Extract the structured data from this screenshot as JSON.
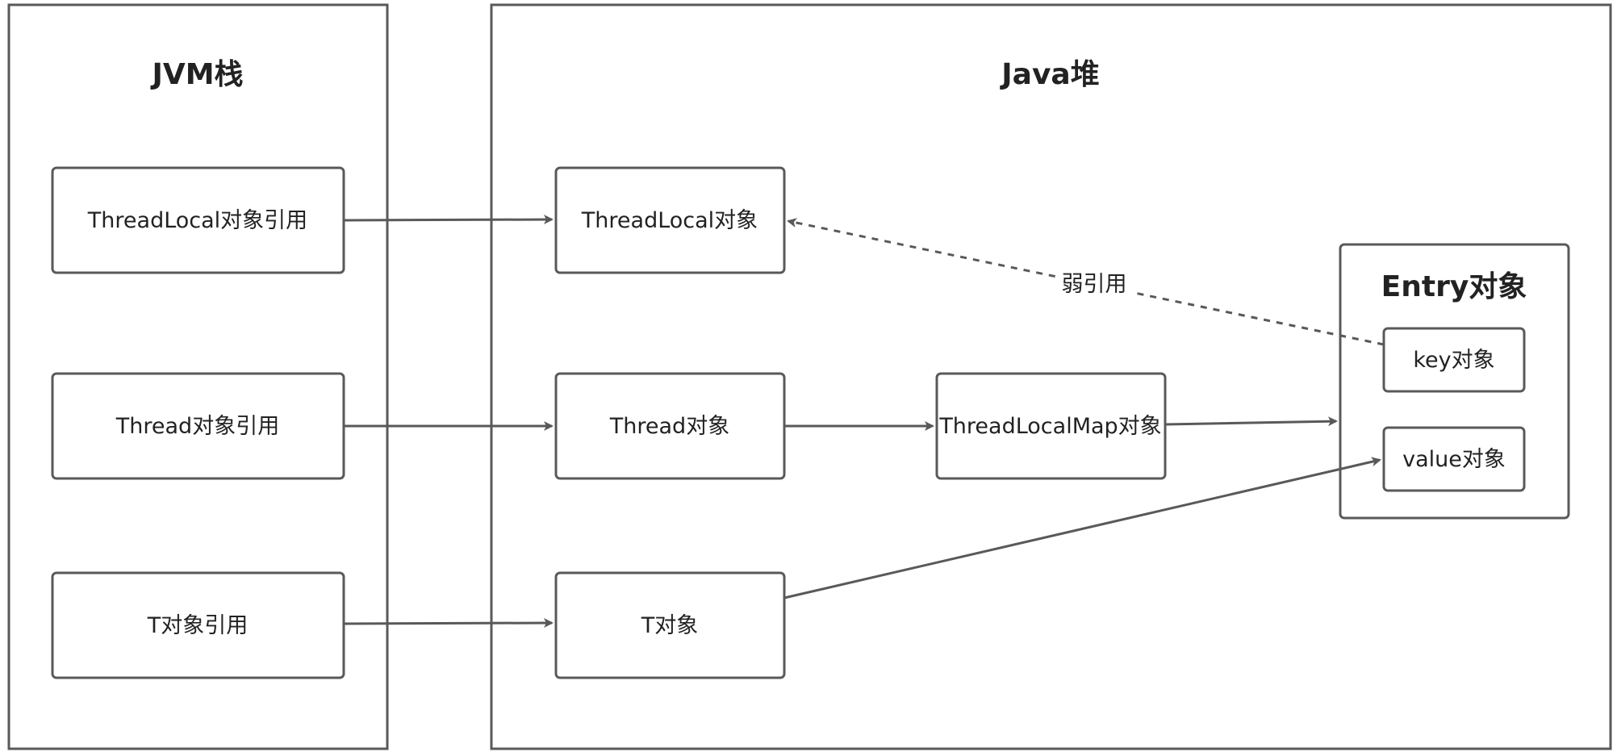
{
  "containers": {
    "jvm_stack": {
      "title": "JVM栈"
    },
    "java_heap": {
      "title": "Java堆"
    },
    "entry": {
      "title": "Entry对象"
    }
  },
  "nodes": {
    "threadlocal_ref": "ThreadLocal对象引用",
    "thread_ref": "Thread对象引用",
    "t_ref": "T对象引用",
    "threadlocal_obj": "ThreadLocal对象",
    "thread_obj": "Thread对象",
    "t_obj": "T对象",
    "threadlocalmap_obj": "ThreadLocalMap对象",
    "key_obj": "key对象",
    "value_obj": "value对象"
  },
  "edges": {
    "weak_ref_label": "弱引用"
  },
  "colors": {
    "stroke": "#595959",
    "text": "#222222",
    "background": "#ffffff"
  }
}
